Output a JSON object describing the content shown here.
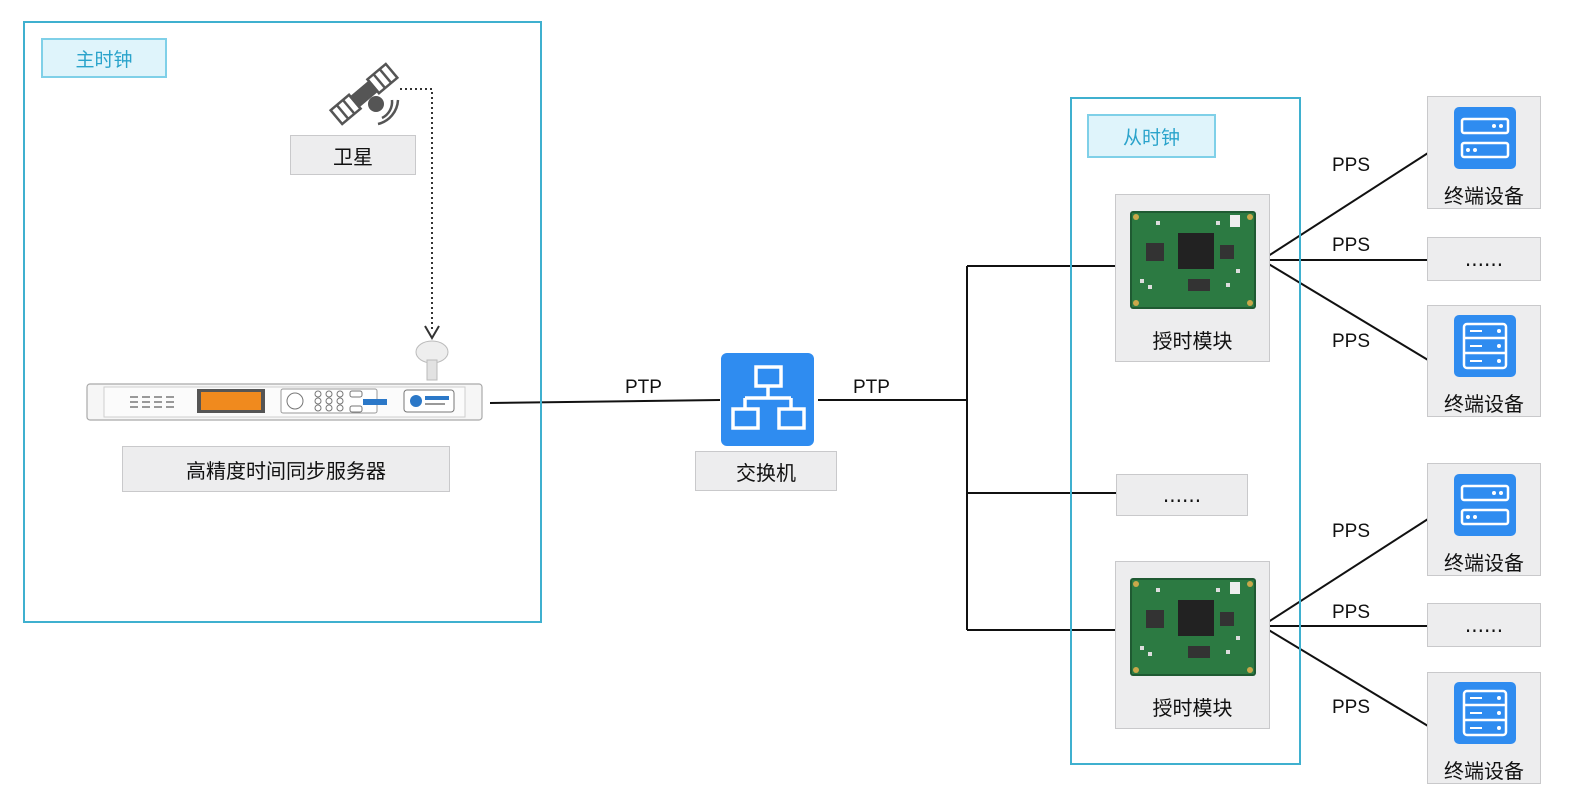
{
  "master": {
    "title": "主时钟",
    "satellite_label": "卫星",
    "server_label": "高精度时间同步服务器"
  },
  "switch": {
    "label": "交换机"
  },
  "slave": {
    "title": "从时钟",
    "module_label": "授时模块",
    "ellipsis": "......"
  },
  "edges": {
    "ptp": "PTP",
    "pps": "PPS"
  },
  "terminal": {
    "label": "终端设备",
    "ellipsis": "......"
  },
  "colors": {
    "accent": "#3fb0cf",
    "tag_bg": "#dff4fb",
    "switch_blue": "#2f8cf0",
    "box_bg": "#ededee"
  }
}
